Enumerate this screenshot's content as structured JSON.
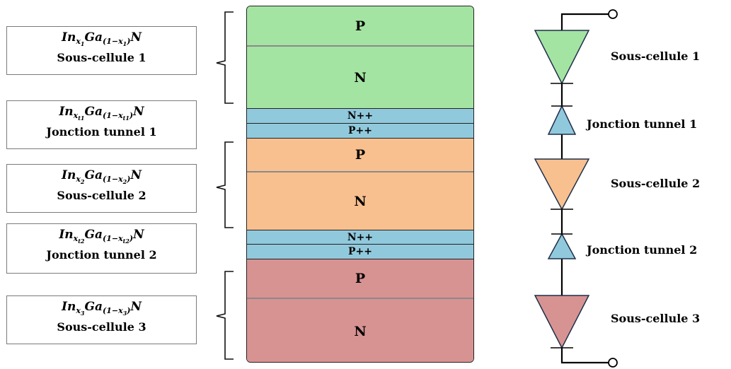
{
  "left_boxes": [
    {
      "base1": "In",
      "sub1": "x",
      "sub1b": "1",
      "base2": "Ga",
      "sub2a": "(1−x",
      "sub2b": "1",
      "sub2c": ")",
      "tail": "N",
      "name": "Sous-cellule  1"
    },
    {
      "base1": "In",
      "sub1": "x",
      "sub1b": "t1",
      "base2": "Ga",
      "sub2a": "(1−x",
      "sub2b": "t1",
      "sub2c": ")",
      "tail": "N",
      "name": "Jonction tunnel  1"
    },
    {
      "base1": "In",
      "sub1": "x",
      "sub1b": "2",
      "base2": "Ga",
      "sub2a": "(1−x",
      "sub2b": "2",
      "sub2c": ")",
      "tail": "N",
      "name": "Sous-cellule  2"
    },
    {
      "base1": "In",
      "sub1": "x",
      "sub1b": "t2",
      "base2": "Ga",
      "sub2a": "(1−x",
      "sub2b": "t2",
      "sub2c": ")",
      "tail": "N",
      "name": "Jonction tunnel  2"
    },
    {
      "base1": "In",
      "sub1": "x",
      "sub1b": "3",
      "base2": "Ga",
      "sub2a": "(1−x",
      "sub2b": "3",
      "sub2c": ")",
      "tail": "N",
      "name": "Sous-cellule  3"
    }
  ],
  "layers": {
    "cell1_p": "P",
    "cell1_n": "N",
    "tunnel1_n": "N++",
    "tunnel1_p": "P++",
    "cell2_p": "P",
    "cell2_n": "N",
    "tunnel2_n": "N++",
    "tunnel2_p": "P++",
    "cell3_p": "P",
    "cell3_n": "N"
  },
  "circuit_labels": {
    "cell1": "Sous-cellule  1",
    "tunnel1": "Jonction tunnel  1",
    "cell2": "Sous-cellule  2",
    "tunnel2": "Jonction tunnel  2",
    "cell3": "Sous-cellule  3"
  },
  "colors": {
    "cell1": "#a4e4a2",
    "cell2": "#f8c08f",
    "cell3": "#d79392",
    "tunnel": "#91c9dc",
    "stroke": "#1f2f4a"
  }
}
